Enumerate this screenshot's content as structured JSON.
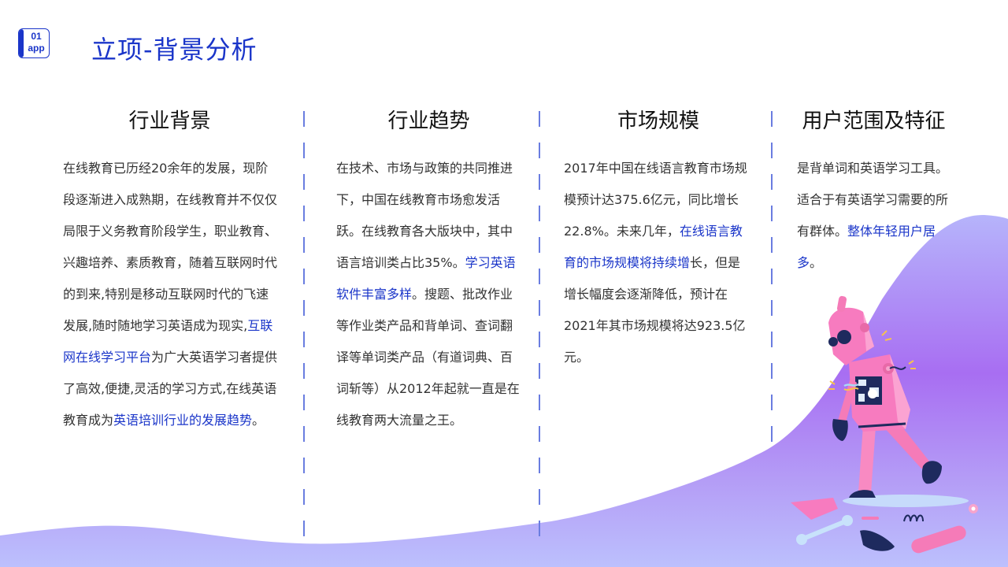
{
  "header": {
    "badge": {
      "line1": "01",
      "line2": "app"
    },
    "title": "立项-背景分析"
  },
  "colors": {
    "accent": "#1a35c9",
    "divider": "#6a7de0",
    "wave_top": "#b3a9f7",
    "wave_mid": "#a86ef2",
    "wave_bottom": "#bcc0fd",
    "robot_pink": "#f77bbf",
    "robot_dark": "#1e2a5e"
  },
  "columns": [
    {
      "title": "行业背景",
      "segments": [
        {
          "text": "在线教育已历经20余年的发展，现阶段逐渐进入成熟期，在线教育并不仅仅局限于义务教育阶段学生，职业教育、兴趣培养、素质教育，随着互联网时代的到来,特别是移动互联网时代的飞速发展,随时随地学习英语成为现实,",
          "highlight": false
        },
        {
          "text": "互联网在线学习平台",
          "highlight": true
        },
        {
          "text": "为广大英语学习者提供了高效,便捷,灵活的学习方式,在线英语教育成为",
          "highlight": false
        },
        {
          "text": "英语培训行业的发展趋势",
          "highlight": true
        },
        {
          "text": "。",
          "highlight": false
        }
      ]
    },
    {
      "title": "行业趋势",
      "segments": [
        {
          "text": "在技术、市场与政策的共同推进下，中国在线教育市场愈发活跃。在线教育各大版块中，其中语言培训类占比35%。",
          "highlight": false
        },
        {
          "text": "学习英语软件丰富多样",
          "highlight": true
        },
        {
          "text": "。搜题、批改作业等作业类产品和背单词、查词翻译等单词类产品（有道词典、百词斩等）从2012年起就一直是在线教育两大流量之王。",
          "highlight": false
        }
      ]
    },
    {
      "title": "市场规模",
      "segments": [
        {
          "text": "2017年中国在线语言教育市场规模预计达375.6亿元，同比增长22.8%。未来几年，",
          "highlight": false
        },
        {
          "text": "在线语言教育的市场规模将持续增",
          "highlight": true
        },
        {
          "text": "长，但是增长幅度会逐渐降低，预计在2021年其市场规模将达923.5亿元。",
          "highlight": false
        }
      ]
    },
    {
      "title": "用户范围及特征",
      "segments": [
        {
          "text": "是背单词和英语学习工具。适合于有英语学习需要的所有群体。",
          "highlight": false
        },
        {
          "text": "整体年轻用户居多",
          "highlight": true
        },
        {
          "text": "。",
          "highlight": false
        }
      ]
    }
  ],
  "illustration": {
    "icon": "broken-robot-illustration"
  }
}
